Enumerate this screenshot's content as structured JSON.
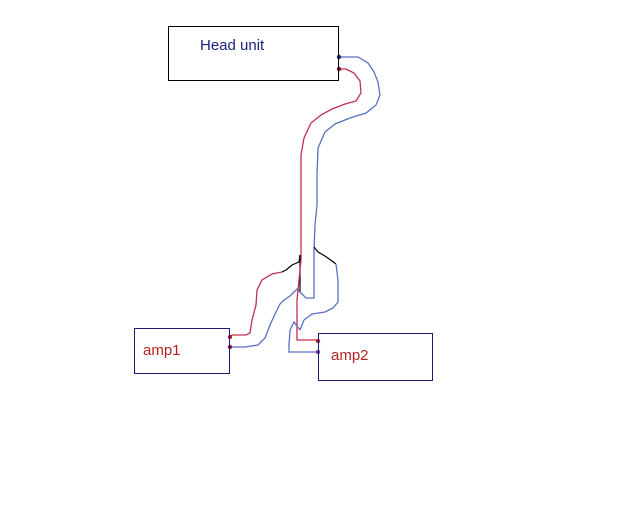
{
  "diagram": {
    "colors": {
      "box_border_head": "#000000",
      "box_border_amp": "#1a1a7a",
      "head_label": "#1a237e",
      "amp_label": "#b22222",
      "wire_red": "#c0304a",
      "wire_blue": "#5a6fc0",
      "wire_black": "#000000"
    },
    "nodes": [
      {
        "id": "head_unit",
        "label": "Head unit"
      },
      {
        "id": "amp1",
        "label": "amp1"
      },
      {
        "id": "amp2",
        "label": "amp2"
      }
    ],
    "edges": [
      {
        "from": "head_unit",
        "to": "amp1",
        "color": "red"
      },
      {
        "from": "head_unit",
        "to": "amp1",
        "color": "blue"
      },
      {
        "from": "head_unit",
        "to": "amp2",
        "color": "red"
      },
      {
        "from": "head_unit",
        "to": "amp2",
        "color": "blue"
      }
    ]
  }
}
